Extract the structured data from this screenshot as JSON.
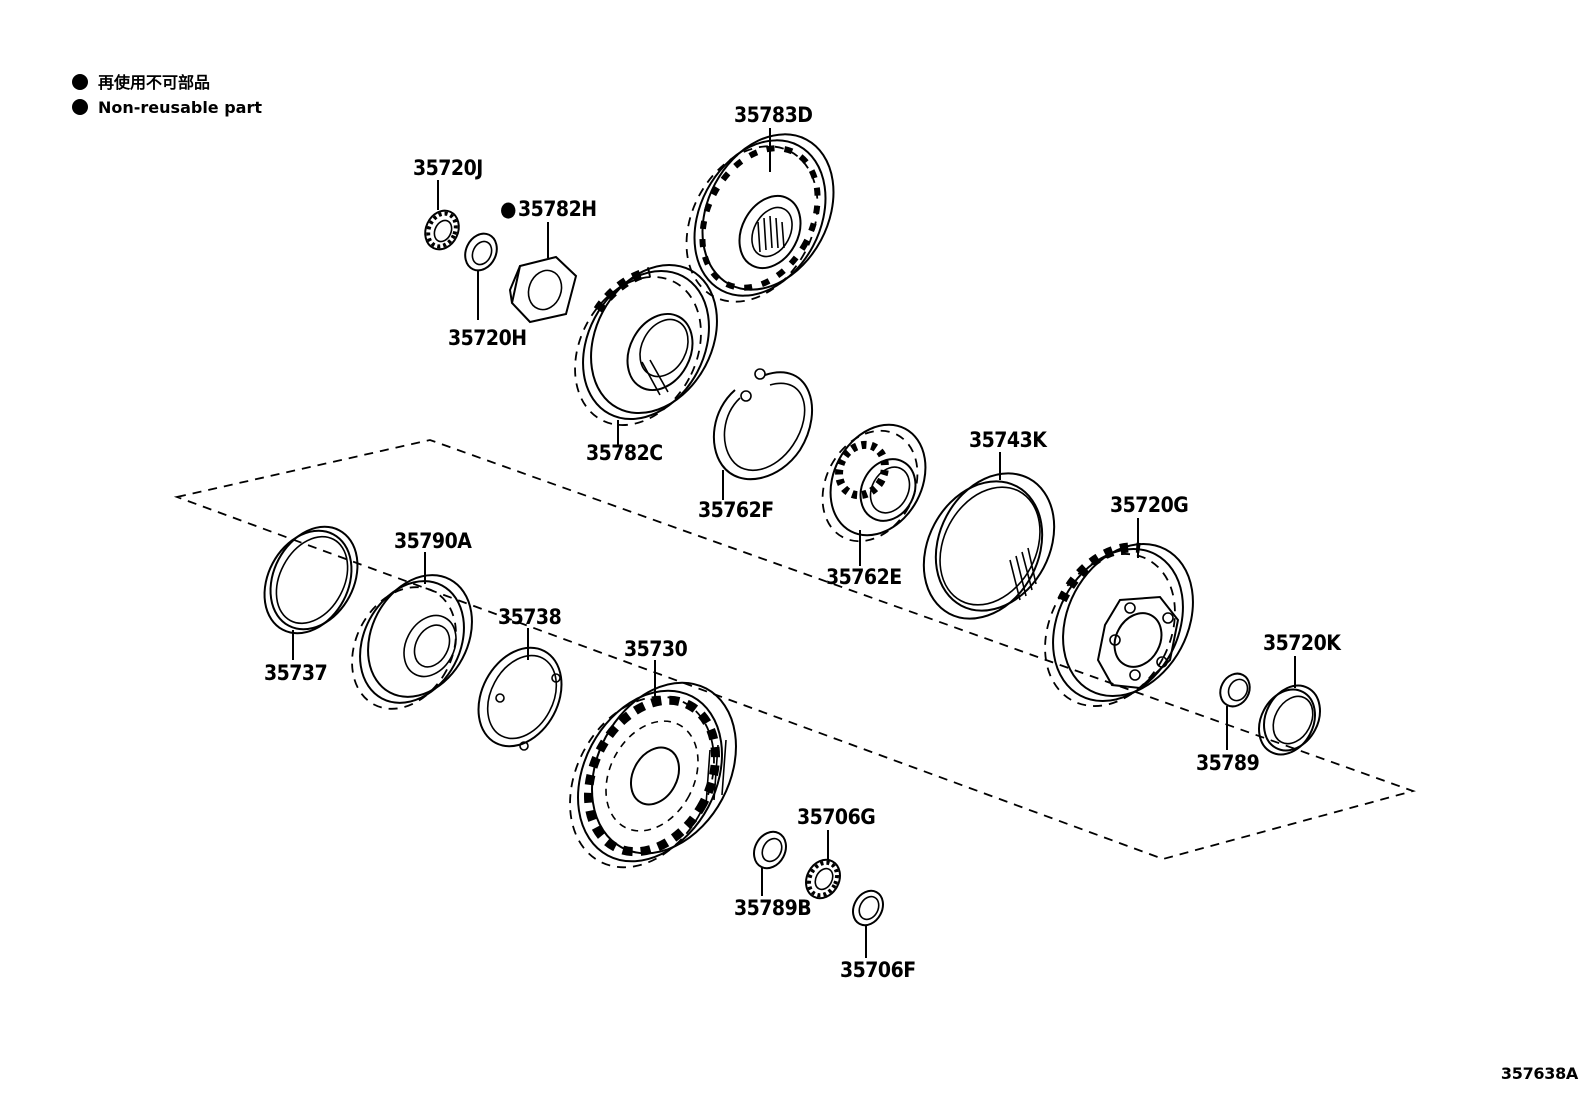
{
  "legend": {
    "items": [
      {
        "text": "再使用不可部品"
      },
      {
        "text": "Non-reusable part"
      }
    ]
  },
  "parts": {
    "p35783D": "35783D",
    "p35720J": "35720J",
    "p35782H": "35782H",
    "p35720H": "35720H",
    "p35782C": "35782C",
    "p35762F": "35762F",
    "p35743K": "35743K",
    "p35762E": "35762E",
    "p35720G": "35720G",
    "p35790A": "35790A",
    "p35737": "35737",
    "p35738": "35738",
    "p35730": "35730",
    "p35720K": "35720K",
    "p35789": "35789",
    "p35706G": "35706G",
    "p35789B": "35789B",
    "p35706F": "35706F"
  },
  "non_reusable_marker": "●",
  "diagram_ref": "357638A"
}
